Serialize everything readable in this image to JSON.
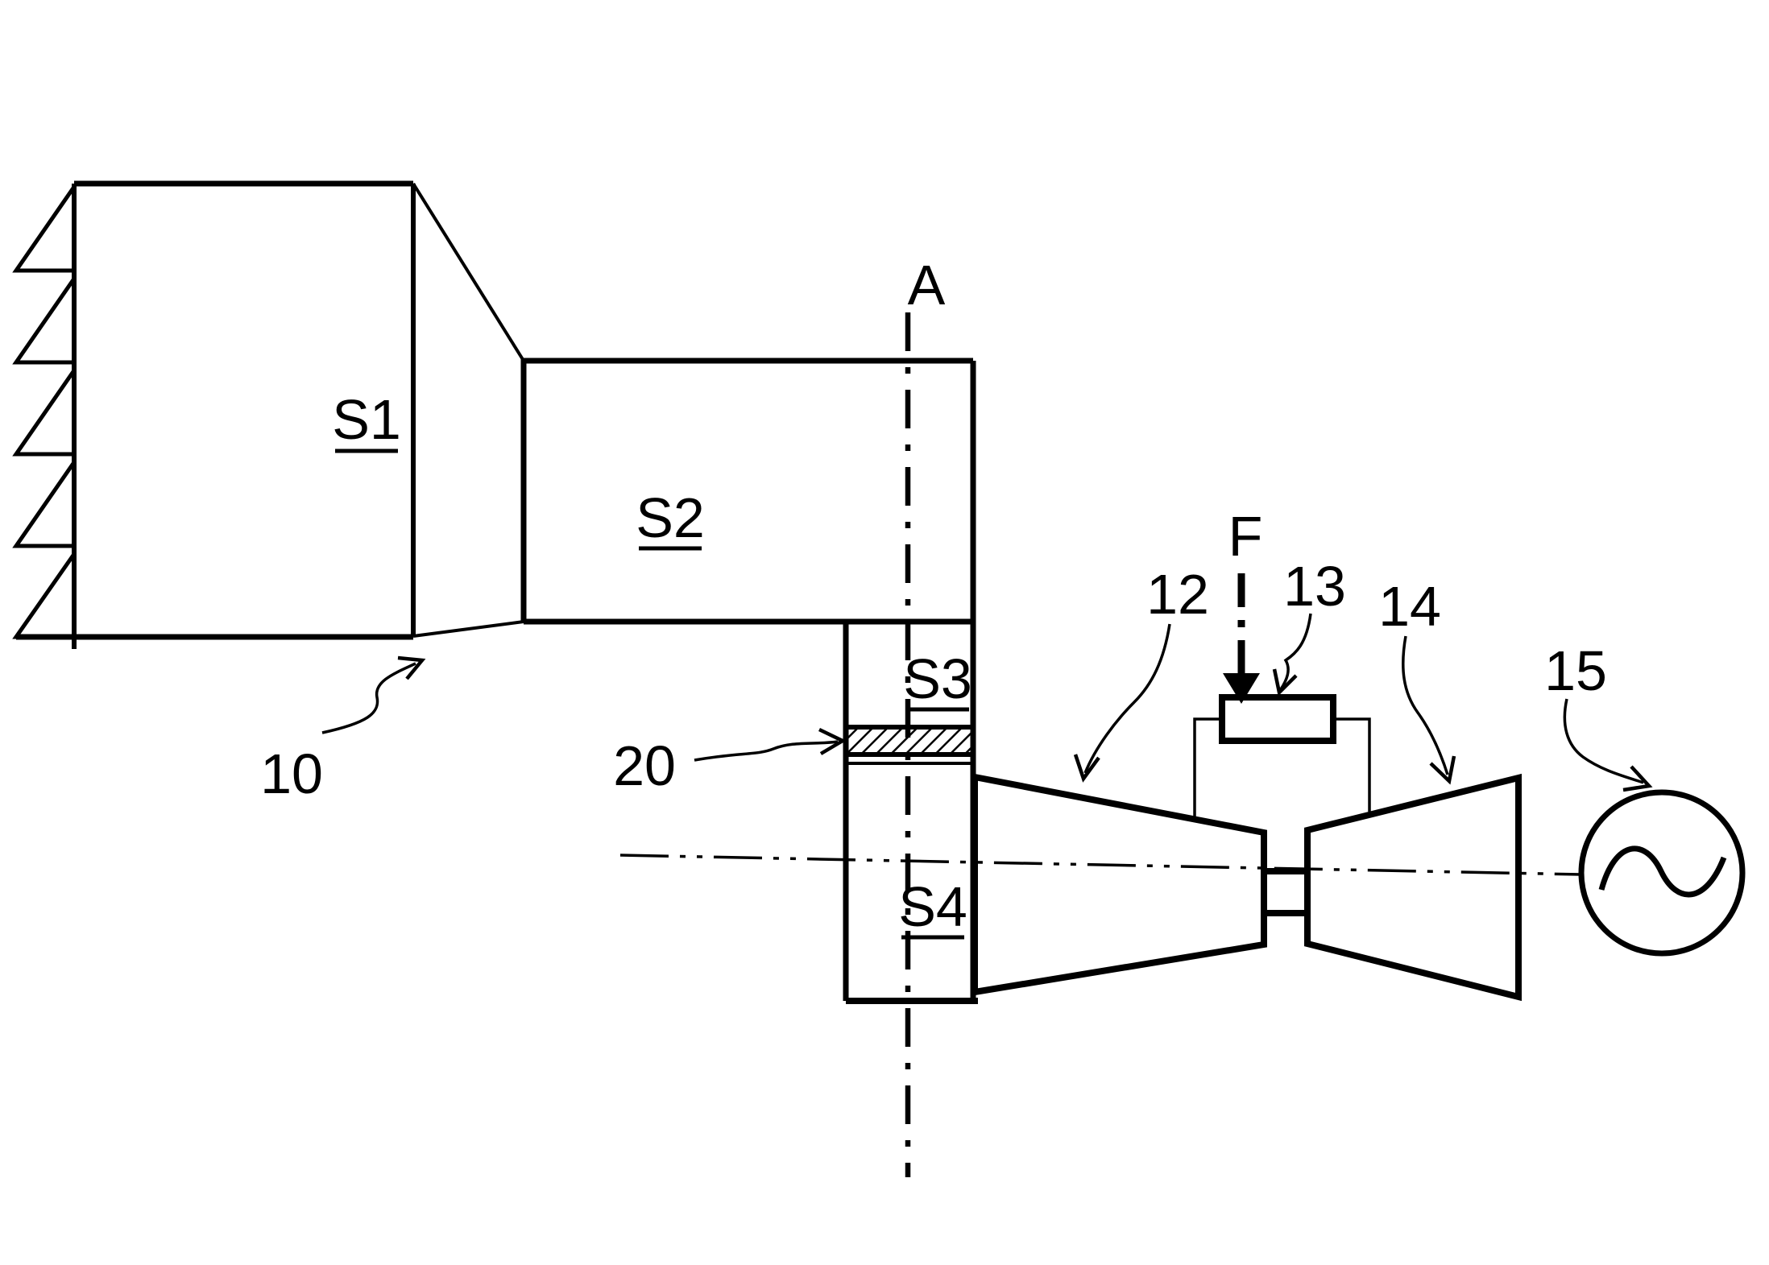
{
  "figure": {
    "type": "patent-style schematic of a gas turbine exhaust/intake duct system with silencer sections and generator set",
    "colors": {
      "ink": "#000000",
      "background": "#ffffff"
    },
    "labels": {
      "s1": {
        "text": "S1",
        "underline": true
      },
      "s2": {
        "text": "S2",
        "underline": true
      },
      "s3": {
        "text": "S3",
        "underline": true
      },
      "s4": {
        "text": "S4",
        "underline": true
      },
      "ref10": {
        "text": "10"
      },
      "ref20": {
        "text": "20"
      },
      "ref12": {
        "text": "12"
      },
      "ref13": {
        "text": "13"
      },
      "ref14": {
        "text": "14"
      },
      "ref15": {
        "text": "15"
      },
      "axis": {
        "text": "A"
      },
      "fuel": {
        "text": "F"
      }
    }
  }
}
